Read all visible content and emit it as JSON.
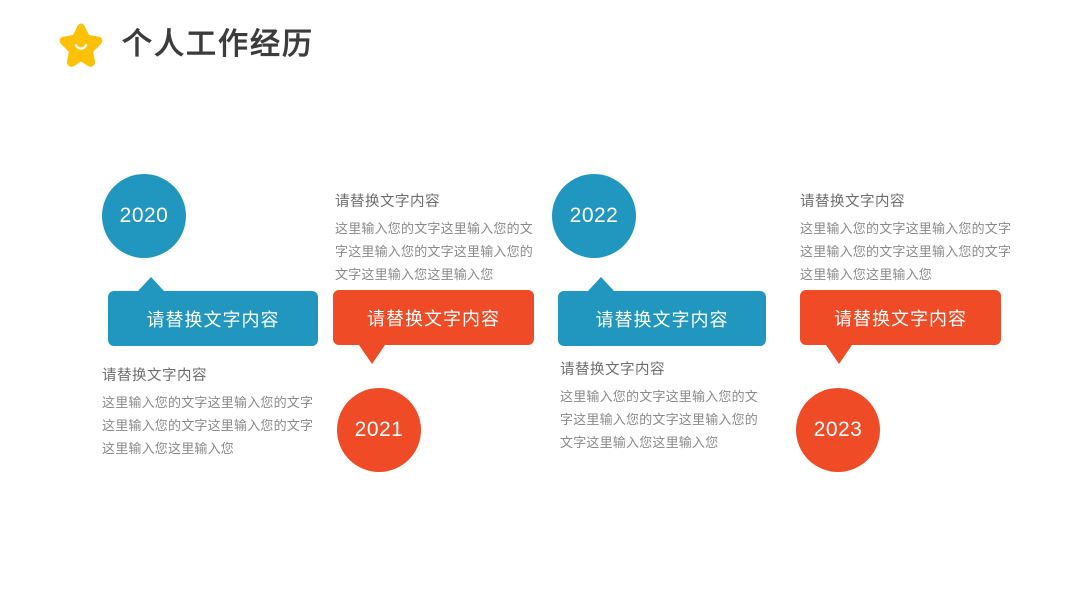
{
  "header": {
    "title": "个人工作经历",
    "icon": "star-smile-icon"
  },
  "colors": {
    "blue": "#2196be",
    "orange": "#ee4b26",
    "star": "#ffc107",
    "title_text": "#3c3c3c",
    "body_text": "#8a8a8a",
    "background": "#ffffff"
  },
  "timeline": {
    "segments": [
      {
        "year": "2020",
        "color": "#2196be",
        "color_name": "blue",
        "bubble_label": "请替换文字内容",
        "bubble_direction": "up",
        "circle_position": "above",
        "text_position": "below",
        "text_title": "请替换文字内容",
        "text_body": "这里输入您的文字这里输入您的文字这里输入您的文字这里输入您的文字这里输入您这里输入您"
      },
      {
        "year": "2021",
        "color": "#ee4b26",
        "color_name": "orange",
        "bubble_label": "请替换文字内容",
        "bubble_direction": "down",
        "circle_position": "below",
        "text_position": "above",
        "text_title": "请替换文字内容",
        "text_body": "这里输入您的文字这里输入您的文字这里输入您的文字这里输入您的文字这里输入您这里输入您"
      },
      {
        "year": "2022",
        "color": "#2196be",
        "color_name": "blue",
        "bubble_label": "请替换文字内容",
        "bubble_direction": "up",
        "circle_position": "above",
        "text_position": "below",
        "text_title": "请替换文字内容",
        "text_body": "这里输入您的文字这里输入您的文字这里输入您的文字这里输入您的文字这里输入您这里输入您"
      },
      {
        "year": "2023",
        "color": "#ee4b26",
        "color_name": "orange",
        "bubble_label": "请替换文字内容",
        "bubble_direction": "down",
        "circle_position": "below",
        "text_position": "above",
        "text_title": "请替换文字内容",
        "text_body": "这里输入您的文字这里输入您的文字这里输入您的文字这里输入您的文字这里输入您这里输入您"
      }
    ]
  }
}
